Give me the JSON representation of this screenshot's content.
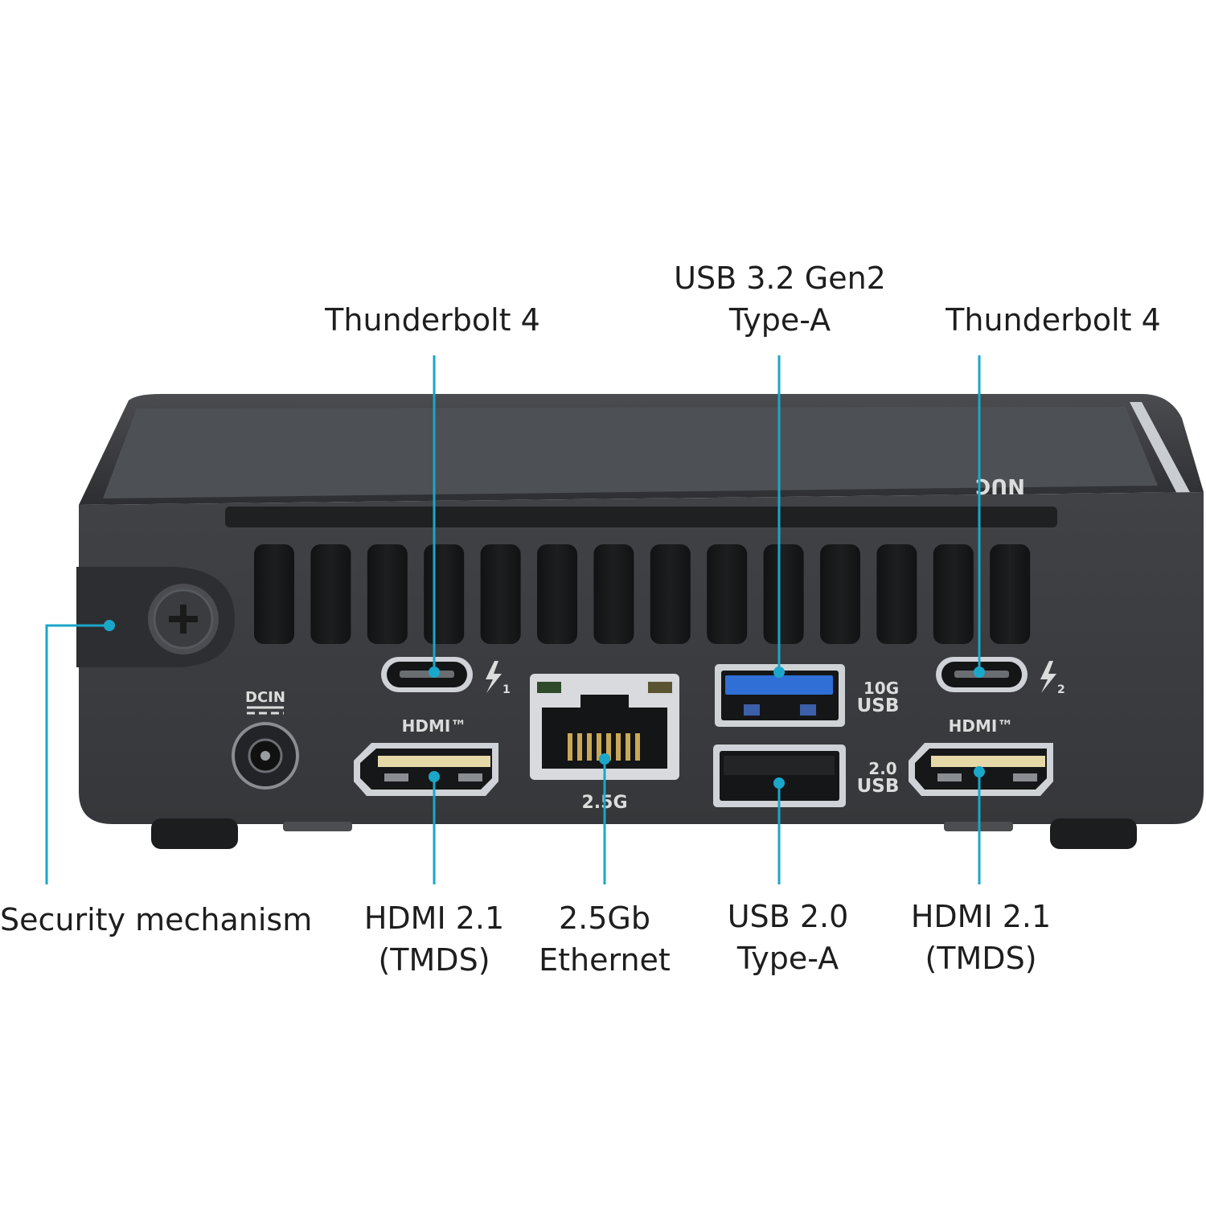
{
  "labels": {
    "tb4_left": "Thunderbolt  4",
    "usb32": {
      "line1": "USB 3.2 Gen2",
      "line2": "Type-A"
    },
    "tb4_right": "Thunderbolt  4",
    "security": "Security mechanism",
    "hdmi_left": {
      "line1": "HDMI 2.1",
      "line2": "(TMDS)"
    },
    "ethernet": {
      "line1": "2.5Gb",
      "line2": "Ethernet"
    },
    "usb20": {
      "line1": "USB 2.0",
      "line2": "Type-A"
    },
    "hdmi_right": {
      "line1": "HDMI 2.1",
      "line2": "(TMDS)"
    }
  },
  "imprints": {
    "dcin": "DCIN",
    "hdmi_logo": "HDMI™",
    "lan_speed": "2.5G",
    "usb10g_speed": "10G",
    "usb10g_text": "USB",
    "usb20_speed": "2.0",
    "usb20_text": "USB",
    "tb_port_1": "1",
    "tb_port_2": "2",
    "logo": "NUC"
  },
  "colors": {
    "callout": "#1aa7c9",
    "chassis": "#3b3d40",
    "usb3_blue": "#2f6fd6",
    "text": "#1e1e1e"
  },
  "icons": [
    "thunderbolt-icon",
    "security-screw-icon"
  ]
}
